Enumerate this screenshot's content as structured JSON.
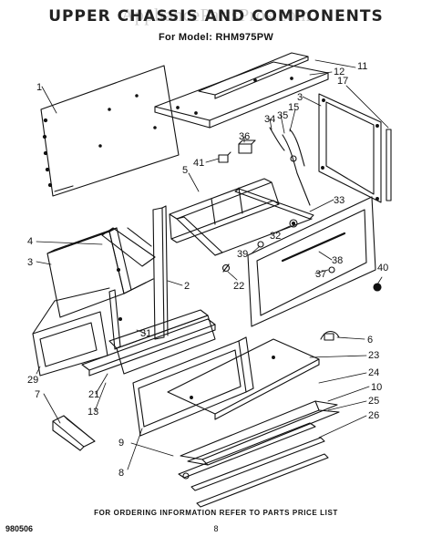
{
  "title": "UPPER CHASSIS AND COMPONENTS",
  "watermark": "AppliancePartsPros.com",
  "model_line": "For Model: RHM975PW",
  "callouts": [
    "1",
    "2",
    "3",
    "3",
    "4",
    "5",
    "6",
    "7",
    "8",
    "9",
    "10",
    "11",
    "12",
    "13",
    "15",
    "17",
    "21",
    "22",
    "23",
    "24",
    "25",
    "26",
    "29",
    "31",
    "32",
    "33",
    "34",
    "35",
    "36",
    "37",
    "38",
    "39",
    "40",
    "41"
  ],
  "footer_text": "FOR ORDERING INFORMATION REFER TO PARTS PRICE LIST",
  "doc_number": "980506",
  "page_number": "8"
}
